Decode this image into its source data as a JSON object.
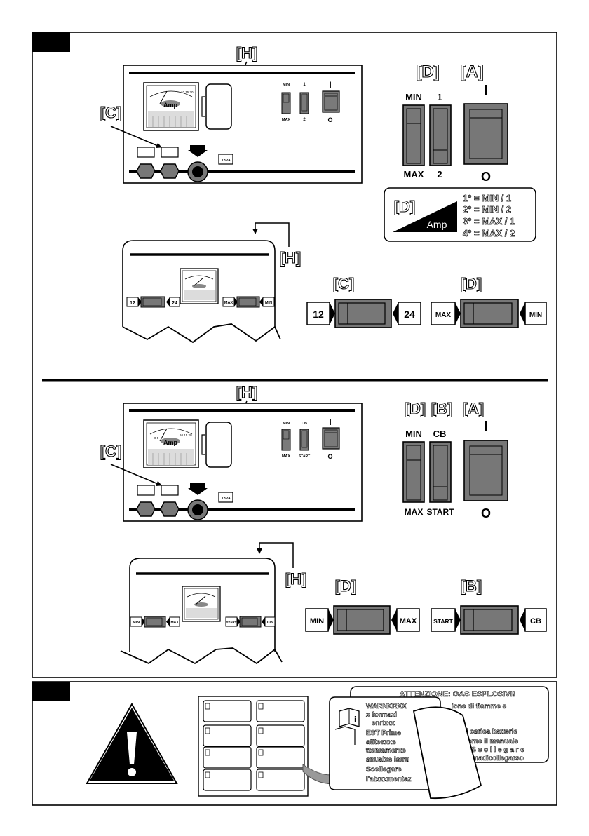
{
  "labels": {
    "h": "[H]",
    "c": "[C]",
    "d": "[D]",
    "a": "[A]",
    "b": "[B]"
  },
  "panel1": {
    "meter_label": "Amp",
    "sw_min": "MIN",
    "sw_max": "MAX",
    "sw_1": "1",
    "sw_2": "2",
    "main_on": "I",
    "main_off": "O",
    "battery_tag": "12/24"
  },
  "detail1": {
    "min": "MIN",
    "max": "MAX",
    "one": "1",
    "two": "2",
    "on": "I",
    "off": "O"
  },
  "amp_table": {
    "unit": "Amp",
    "rows": [
      "1° = MIN / 1",
      "2° = MIN / 2",
      "3° = MAX / 1",
      "4° = MAX / 2"
    ]
  },
  "back1": {
    "left_a": "12",
    "left_b": "24",
    "right_a": "MAX",
    "right_b": "MIN"
  },
  "selector1_c": {
    "left": "12",
    "right": "24"
  },
  "selector1_d": {
    "left": "MAX",
    "right": "MIN"
  },
  "panel2": {
    "meter_label": "Amp",
    "sw_min": "MIN",
    "sw_max": "MAX",
    "sw_cb": "CB",
    "sw_start": "START",
    "main_on": "I",
    "main_off": "O",
    "battery_tag": "12/24"
  },
  "detail2": {
    "min": "MIN",
    "max": "MAX",
    "cb": "CB",
    "start": "START",
    "on": "I",
    "off": "O"
  },
  "back2": {
    "left_a": "MIN",
    "left_b": "MAX",
    "right_a": "START",
    "right_b": "CB"
  },
  "selector2_d": {
    "left": "MIN",
    "right": "MAX"
  },
  "selector2_b": {
    "left": "START",
    "right": "CB"
  },
  "warning_label": {
    "heading": "ATTENZIONE: GAS ESPLOSIVI!",
    "lines": [
      "ione di fiamme e",
      "il carica batterie",
      "ente il manuale",
      "S c o l l e g a r e",
      "madicollegarso"
    ]
  },
  "sticker": {
    "lines": [
      "WARNXRXX",
      "x formazi",
      "enrbxx",
      "EST Prime",
      "atitesxxs",
      "ttentamente",
      "anualxe istru",
      "Scollegare",
      "l'alxxxmentaz"
    ]
  }
}
